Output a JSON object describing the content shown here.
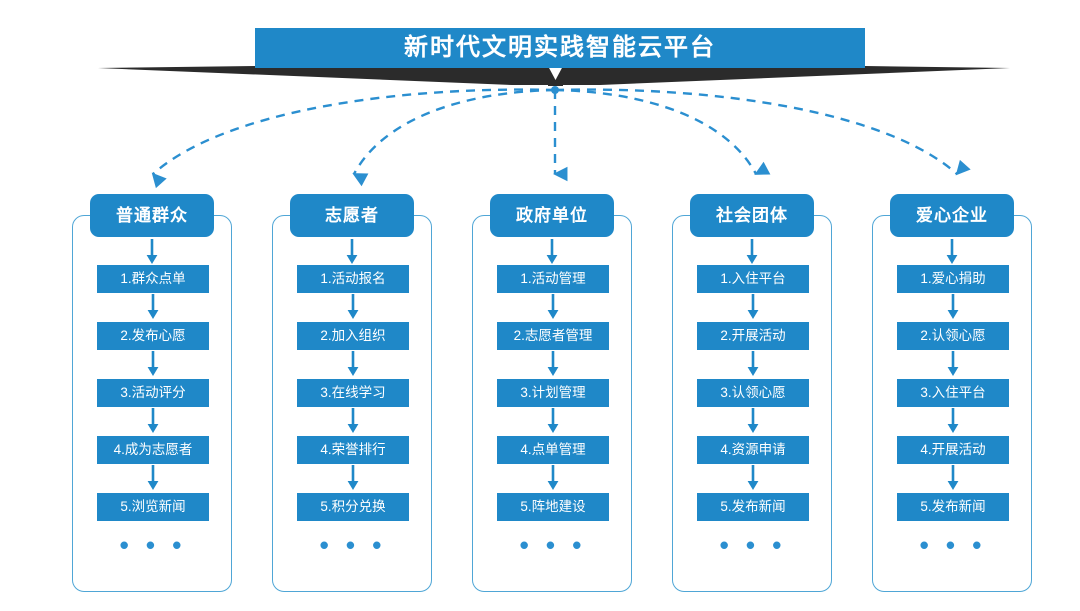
{
  "banner": {
    "title": "新时代文明实践智能云平台",
    "chevron_icon": "chevron-down-icon",
    "color": "#1f88c8",
    "shadow_color": "#2b2b2b"
  },
  "theme": {
    "primary": "#1f88c8",
    "border": "#4fa6d6",
    "arrow": "#1f88c8",
    "dashed_connector": "#2b8fd0",
    "text_on_primary": "#ffffff",
    "background": "#ffffff"
  },
  "ellipsis": "• • •",
  "columns": [
    {
      "header": "普通群众",
      "items": [
        "1.群众点单",
        "2.发布心愿",
        "3.活动评分",
        "4.成为志愿者",
        "5.浏览新闻"
      ]
    },
    {
      "header": "志愿者",
      "items": [
        "1.活动报名",
        "2.加入组织",
        "3.在线学习",
        "4.荣誉排行",
        "5.积分兑换"
      ]
    },
    {
      "header": "政府单位",
      "items": [
        "1.活动管理",
        "2.志愿者管理",
        "3.计划管理",
        "4.点单管理",
        "5.阵地建设"
      ]
    },
    {
      "header": "社会团体",
      "items": [
        "1.入住平台",
        "2.开展活动",
        "3.认领心愿",
        "4.资源申请",
        "5.发布新闻"
      ]
    },
    {
      "header": "爱心企业",
      "items": [
        "1.爱心捐助",
        "2.认领心愿",
        "3.入住平台",
        "4.开展活动",
        "5.发布新闻"
      ]
    }
  ]
}
